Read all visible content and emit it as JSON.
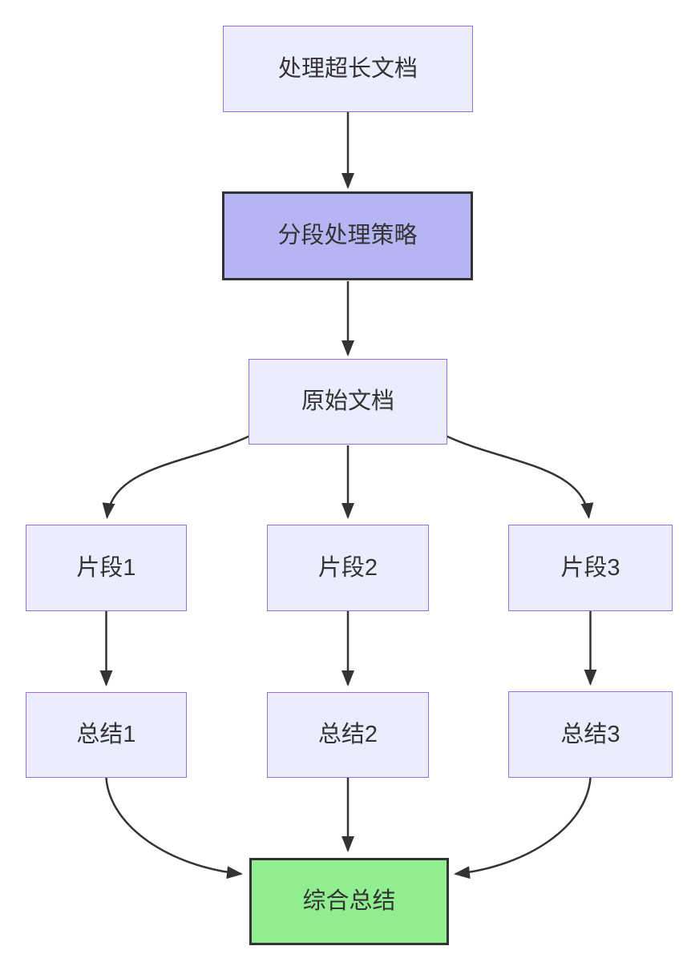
{
  "diagram": {
    "type": "flowchart-top-down",
    "background": "#ffffff",
    "edge_color": "#333333",
    "text_color": "#333333",
    "styles": {
      "default": {
        "fill": "#ECECFF",
        "border": "#9370DB"
      },
      "emphasis": {
        "fill": "#B4B5F2",
        "border": "#333333"
      },
      "result": {
        "fill": "#90EE90",
        "border": "#333333"
      }
    },
    "nodes": {
      "input_doc": {
        "label": "处理超长文档",
        "style": "default"
      },
      "strategy": {
        "label": "分段处理策略",
        "style": "emphasis"
      },
      "source_doc": {
        "label": "原始文档",
        "style": "default"
      },
      "segment1": {
        "label": "片段1",
        "style": "default"
      },
      "segment2": {
        "label": "片段2",
        "style": "default"
      },
      "segment3": {
        "label": "片段3",
        "style": "default"
      },
      "summary1": {
        "label": "总结1",
        "style": "default"
      },
      "summary2": {
        "label": "总结2",
        "style": "default"
      },
      "summary3": {
        "label": "总结3",
        "style": "default"
      },
      "final_summary": {
        "label": "综合总结",
        "style": "result"
      }
    },
    "edges": [
      {
        "from": "input_doc",
        "to": "strategy"
      },
      {
        "from": "strategy",
        "to": "source_doc"
      },
      {
        "from": "source_doc",
        "to": "segment1"
      },
      {
        "from": "source_doc",
        "to": "segment2"
      },
      {
        "from": "source_doc",
        "to": "segment3"
      },
      {
        "from": "segment1",
        "to": "summary1"
      },
      {
        "from": "segment2",
        "to": "summary2"
      },
      {
        "from": "segment3",
        "to": "summary3"
      },
      {
        "from": "summary1",
        "to": "final_summary"
      },
      {
        "from": "summary2",
        "to": "final_summary"
      },
      {
        "from": "summary3",
        "to": "final_summary"
      }
    ]
  }
}
